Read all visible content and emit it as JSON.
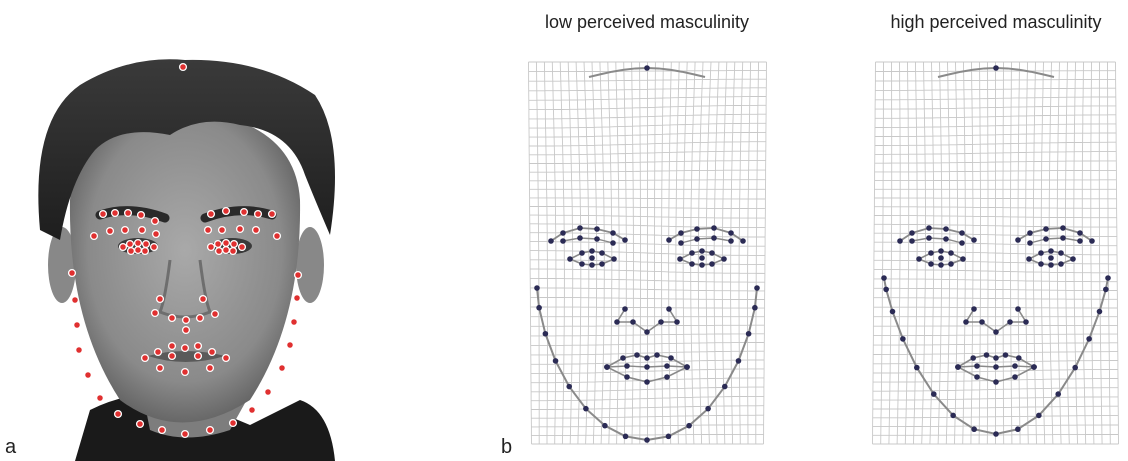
{
  "figure": {
    "panel_a_label": "a",
    "panel_b_label": "b",
    "panel_b": {
      "left_title": "low perceived masculinity",
      "right_title": "high perceived masculinity"
    },
    "photo_image": "grayscale portrait photograph of a man's face with red landmark dots",
    "landmark_colors": {
      "photo": "#e03030",
      "mesh": "#2b2b55",
      "grid": "#c8c8c8",
      "contour": "#8a8a8a"
    }
  }
}
